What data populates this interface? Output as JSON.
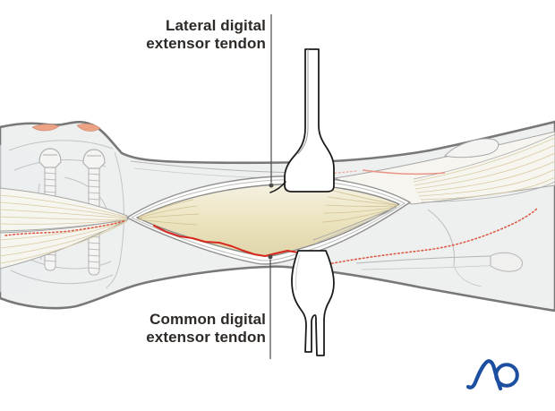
{
  "illustration": {
    "type": "medical-surgical-approach-figure",
    "labels": {
      "lateral": {
        "line1": "Lateral digital",
        "line2": "extensor tendon"
      },
      "common": {
        "line1": "Common digital",
        "line2": "extensor tendon"
      }
    },
    "branding": {
      "logo_text": "AO"
    },
    "colors": {
      "background": "#ffffff",
      "limb-fill": "#eef0ef",
      "limb-outline": "#787878",
      "bone-fill": "#ece4c0",
      "bone-highlight": "#f5f1e1",
      "fracture-red": "#d6281c",
      "incision-dotted-red": "#dd5a47",
      "tendon-fill": "#ffffff",
      "tendon-outline": "#1c1c1c",
      "band-stria": "#d9cba2",
      "label-text": "#2d2926",
      "leader-line": "#4a4a4a",
      "salmon-accent": "#e89486",
      "logo-color": "#1d4fa1"
    }
  }
}
